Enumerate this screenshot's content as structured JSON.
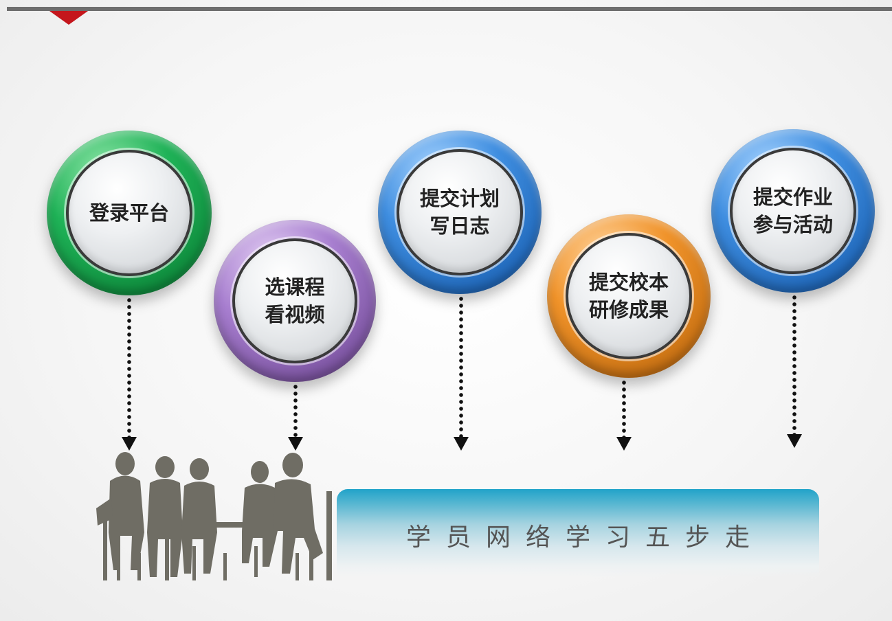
{
  "steps": [
    {
      "line1": "登录平台",
      "line2": "",
      "color": "green"
    },
    {
      "line1": "选课程",
      "line2": "看视频",
      "color": "purple"
    },
    {
      "line1": "提交计划",
      "line2": "写日志",
      "color": "blue"
    },
    {
      "line1": "提交校本",
      "line2": "研修成果",
      "color": "orange"
    },
    {
      "line1": "提交作业",
      "line2": "参与活动",
      "color": "blue"
    }
  ],
  "banner": {
    "title": "学员网络学习五步走"
  },
  "colors": {
    "green": "#1fb257",
    "purple": "#a77ecf",
    "blue": "#3f8ee0",
    "orange": "#f0932a",
    "banner": "#21a3c9",
    "marker": "#c4161c"
  }
}
